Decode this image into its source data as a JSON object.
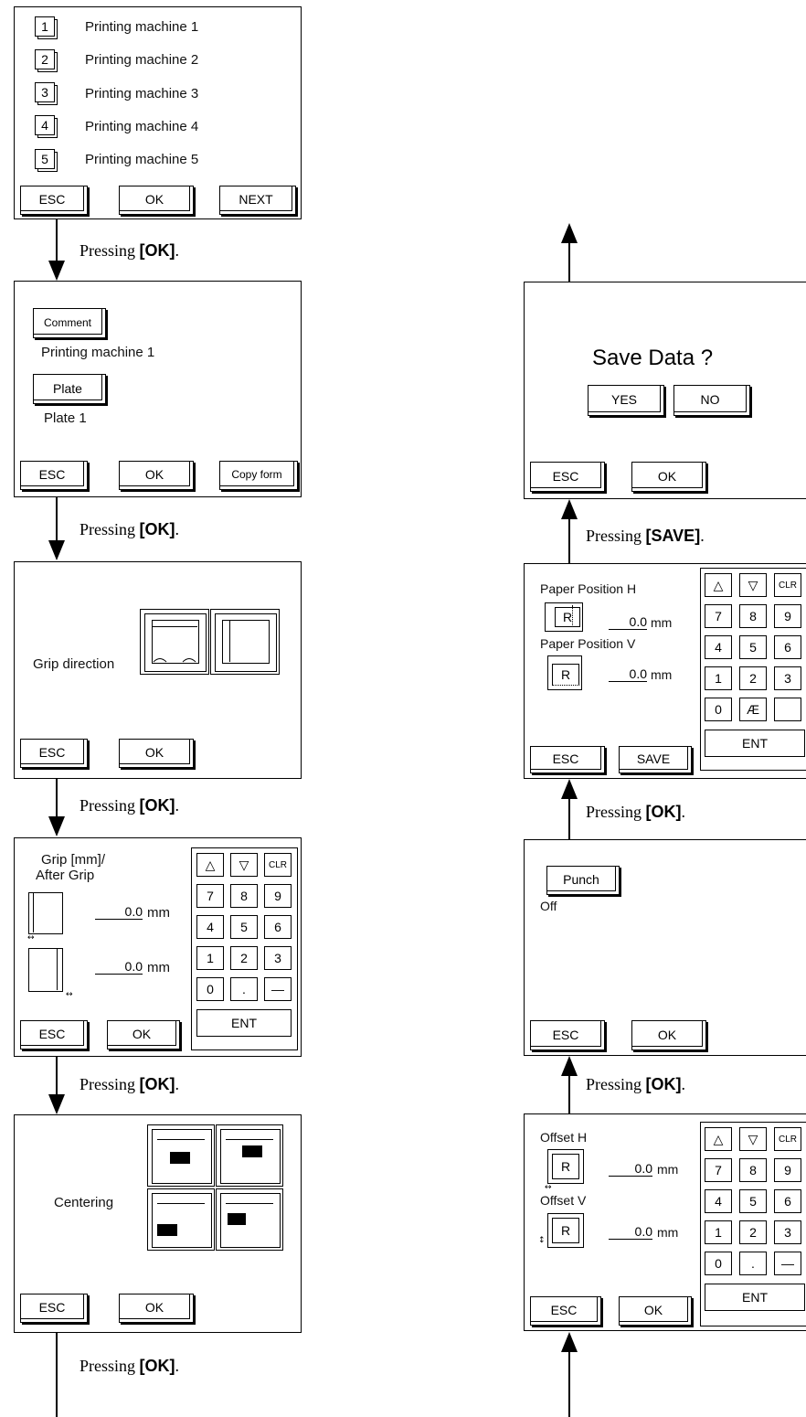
{
  "caption": {
    "prefix": "Pressing ",
    "ok": "[OK]",
    "save": "[SAVE]",
    "suffix": "."
  },
  "screen1": {
    "machines": [
      {
        "num": "1",
        "label": "Printing machine 1"
      },
      {
        "num": "2",
        "label": "Printing machine 2"
      },
      {
        "num": "3",
        "label": "Printing machine 3"
      },
      {
        "num": "4",
        "label": "Printing machine 4"
      },
      {
        "num": "5",
        "label": "Printing machine 5"
      }
    ],
    "esc": "ESC",
    "ok": "OK",
    "next": "NEXT"
  },
  "screen2": {
    "comment_btn": "Comment",
    "comment_value": "Printing machine 1",
    "plate_btn": "Plate",
    "plate_value": "Plate 1",
    "esc": "ESC",
    "ok": "OK",
    "copy": "Copy form"
  },
  "screen3": {
    "label": "Grip direction",
    "esc": "ESC",
    "ok": "OK"
  },
  "screen4": {
    "title1": "Grip [mm]/",
    "title2": "After Grip",
    "value1": "0.0",
    "value2": "0.0",
    "unit": "mm",
    "esc": "ESC",
    "ok": "OK"
  },
  "screen5": {
    "label": "Centering",
    "esc": "ESC",
    "ok": "OK"
  },
  "keypad": {
    "up": "△",
    "down": "▽",
    "clr": "CLR",
    "k7": "7",
    "k8": "8",
    "k9": "9",
    "k4": "4",
    "k5": "5",
    "k6": "6",
    "k1": "1",
    "k2": "2",
    "k3": "3",
    "k0": "0",
    "dot": ".",
    "minus": "—",
    "ae": "Æ",
    "ent": "ENT"
  },
  "screen6": {
    "title": "Save Data ?",
    "yes": "YES",
    "no": "NO",
    "esc": "ESC",
    "ok": "OK"
  },
  "screen7": {
    "h_label": "Paper Position H",
    "v_label": "Paper Position V",
    "h_value": "0.0",
    "v_value": "0.0",
    "unit": "mm",
    "r": "R",
    "esc": "ESC",
    "save": "SAVE"
  },
  "screen8": {
    "punch_btn": "Punch",
    "punch_value": "Off",
    "esc": "ESC",
    "ok": "OK"
  },
  "screen9": {
    "h_label": "Offset H",
    "v_label": "Offset V",
    "h_value": "0.0",
    "v_value": "0.0",
    "unit": "mm",
    "r": "R",
    "esc": "ESC",
    "ok": "OK"
  }
}
